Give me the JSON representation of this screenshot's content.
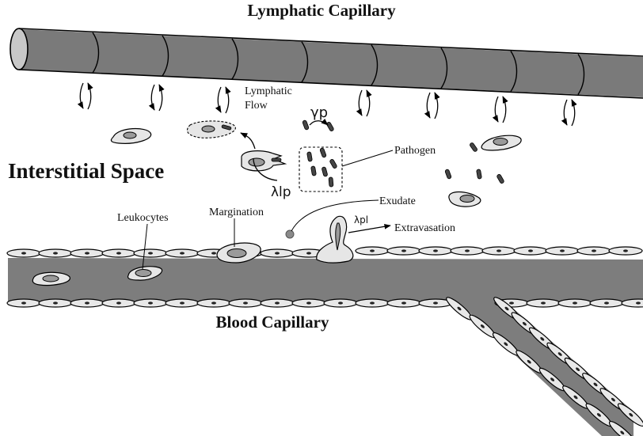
{
  "labels": {
    "lymphatic_capillary": "Lymphatic Capillary",
    "interstitial_space": "Interstitial Space",
    "blood_capillary": "Blood Capillary",
    "lymphatic_flow_line1": "Lymphatic",
    "lymphatic_flow_line2": "Flow",
    "pathogen": "Pathogen",
    "exudate": "Exudate",
    "extravasation": "Extravasation",
    "margination": "Margination",
    "leukocytes": "Leukocytes",
    "gamma_p": "γp",
    "lambda_lp": "λlp",
    "lambda_pl": "λpl"
  },
  "colors": {
    "vessel_fill": "#808080",
    "vessel_dark": "#6a6a6a",
    "cell_fill": "#e6e6e6",
    "nucleus_fill": "#9a9a9a",
    "outline": "#000000",
    "background": "#ffffff"
  }
}
